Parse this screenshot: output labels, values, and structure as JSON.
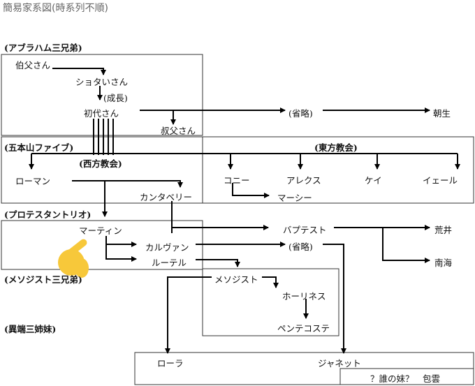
{
  "title": "簡易家系図(時系列不順)",
  "sections": {
    "abraham": "(アブラハム三兄弟)",
    "gohonzan": "(五本山ファイブ)",
    "toho": "(東方教会)",
    "seiho": "(西方教会)",
    "protestant": "(プロテスタントリオ)",
    "methodist": "(メソジスト三兄弟)",
    "itan": "(異端三姉妹)"
  },
  "nodes": {
    "oji": "伯父さん",
    "shota": "ショタいさん",
    "seicho": "(成長)",
    "shodai": "初代さん",
    "shuku": "叔父さん",
    "shoryaku1": "(省略)",
    "asahi": "朝生",
    "roman": "ローマン",
    "kanta": "カンタベリー",
    "coney": "コニー",
    "alex": "アレクス",
    "kei": "ケイ",
    "yale": "イェール",
    "marcy": "マーシー",
    "martin": "マーティン",
    "calvin": "カルヴァン",
    "luther": "ルーテル",
    "baptist": "バプテスト",
    "shoryaku2": "(省略)",
    "arai": "荒井",
    "nankai": "南海",
    "methodist": "メソジスト",
    "holiness": "ホーリネス",
    "pentecost": "ペンテコステ",
    "laura": "ローラ",
    "janet": "ジャネット",
    "mystery": "？誰の妹？　包雲"
  },
  "colors": {
    "hand": "#f7c83a"
  },
  "icons": {
    "hand": "pointing-hand-emoji"
  }
}
